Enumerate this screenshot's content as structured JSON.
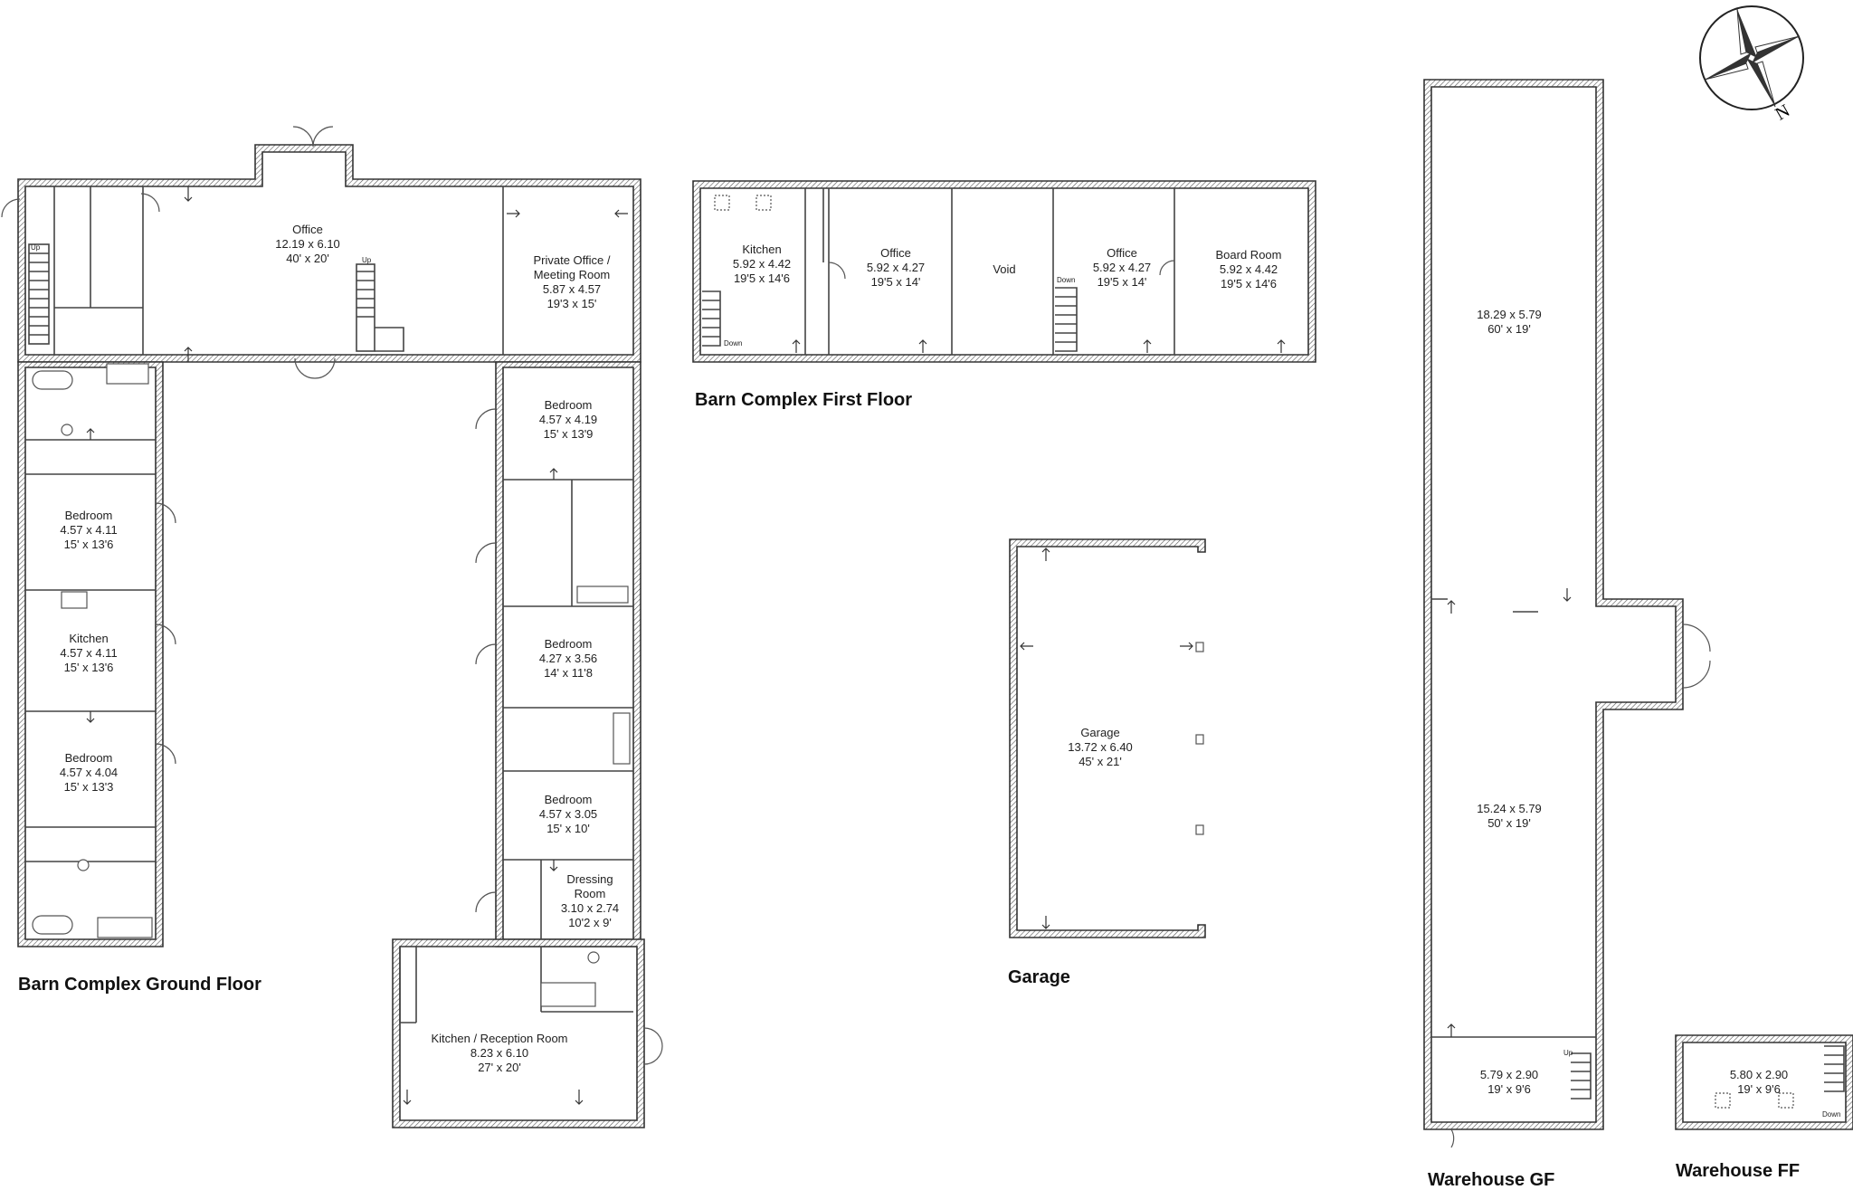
{
  "titles": {
    "barn_ground": "Barn Complex Ground Floor",
    "barn_first": "Barn Complex First Floor",
    "garage": "Garage",
    "warehouse_gf": "Warehouse GF",
    "warehouse_ff": "Warehouse FF"
  },
  "compass": {
    "north_label": "N",
    "icon": "compass-rose-icon"
  },
  "ground_floor": {
    "office": {
      "name": "Office",
      "metric": "12.19 x 6.10",
      "imperial": "40' x 20'"
    },
    "private_office": {
      "name": "Private Office /",
      "name2": "Meeting Room",
      "metric": "5.87 x 4.57",
      "imperial": "19'3 x 15'"
    },
    "bedroom_r1": {
      "name": "Bedroom",
      "metric": "4.57 x 4.19",
      "imperial": "15' x 13'9"
    },
    "bedroom_r2": {
      "name": "Bedroom",
      "metric": "4.27 x 3.56",
      "imperial": "14' x 11'8"
    },
    "bedroom_r3": {
      "name": "Bedroom",
      "metric": "4.57 x 3.05",
      "imperial": "15' x 10'"
    },
    "dressing": {
      "name": "Dressing",
      "name2": "Room",
      "metric": "3.10 x 2.74",
      "imperial": "10'2 x 9'"
    },
    "kitchen_reception": {
      "name": "Kitchen / Reception Room",
      "metric": "8.23 x 6.10",
      "imperial": "27' x 20'"
    },
    "bedroom_l1": {
      "name": "Bedroom",
      "metric": "4.57 x 4.11",
      "imperial": "15' x 13'6"
    },
    "kitchen_l": {
      "name": "Kitchen",
      "metric": "4.57 x 4.11",
      "imperial": "15' x 13'6"
    },
    "bedroom_l2": {
      "name": "Bedroom",
      "metric": "4.57 x 4.04",
      "imperial": "15' x 13'3"
    },
    "stair_up_1": "Up",
    "stair_up_2": "Up"
  },
  "first_floor": {
    "kitchen": {
      "name": "Kitchen",
      "metric": "5.92 x 4.42",
      "imperial": "19'5 x 14'6"
    },
    "office1": {
      "name": "Office",
      "metric": "5.92 x 4.27",
      "imperial": "19'5 x 14'"
    },
    "void": {
      "name": "Void"
    },
    "office2": {
      "name": "Office",
      "metric": "5.92 x 4.27",
      "imperial": "19'5 x 14'"
    },
    "board_room": {
      "name": "Board Room",
      "metric": "5.92 x 4.42",
      "imperial": "19'5 x 14'6"
    },
    "stair_down_1": "Down",
    "stair_down_2": "Down"
  },
  "garage": {
    "name": "Garage",
    "metric": "13.72 x 6.40",
    "imperial": "45' x 21'"
  },
  "warehouse_gf": {
    "upper": {
      "metric": "18.29 x 5.79",
      "imperial": "60' x 19'"
    },
    "lower": {
      "metric": "15.24 x 5.79",
      "imperial": "50' x 19'"
    },
    "room": {
      "metric": "5.79 x 2.90",
      "imperial": "19' x 9'6"
    },
    "stair_up": "Up"
  },
  "warehouse_ff": {
    "room": {
      "metric": "5.80 x 2.90",
      "imperial": "19' x 9'6"
    },
    "stair_down": "Down"
  }
}
